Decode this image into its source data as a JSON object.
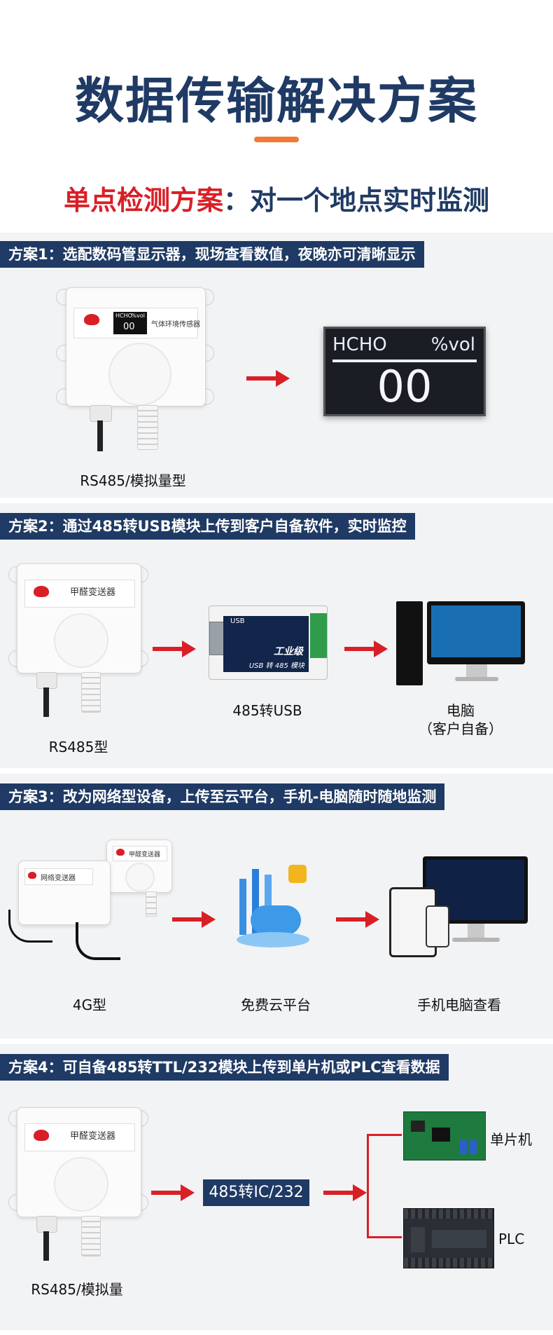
{
  "header": {
    "title": "数据传输解决方案",
    "subtitle_red": "单点检测方案",
    "subtitle_rest": "：对一个地点实时监测"
  },
  "section1": {
    "banner": "方案1：选配数码管显示器，现场查看数值，夜晚亦可清晰显示",
    "device_caption": "RS485/模拟量型",
    "sensor_label_name": "气体环境传感器",
    "sensor_display_code": "HCHO",
    "sensor_display_unit": "%vol",
    "sensor_display_value": "00",
    "panel_code": "HCHO",
    "panel_unit": "%vol",
    "panel_value": "00"
  },
  "section2": {
    "banner": "方案2：通过485转USB模块上传到客户自备软件，实时监控",
    "device_caption": "RS485型",
    "sensor_label_name": "甲醛变送器",
    "module_text": "工业级",
    "module_sub": "USB 转 485 模块",
    "module_usb": "USB",
    "module_caption": "485转USB",
    "pc_caption_1": "电脑",
    "pc_caption_2": "（客户自备）"
  },
  "section3": {
    "banner": "方案3：改为网络型设备，上传至云平台，手机-电脑随时随地监测",
    "device_caption": "4G型",
    "device_label_1": "网络变送器",
    "device_label_2": "甲醛变送器",
    "cloud_caption": "免费云平台",
    "view_caption": "手机电脑查看"
  },
  "section4": {
    "banner": "方案4：可自备485转TTL/232模块上传到单片机或PLC查看数据",
    "device_caption": "RS485/模拟量",
    "sensor_label_name": "甲醛变送器",
    "converter_label": "485转IC/232",
    "target_1": "单片机",
    "target_2": "PLC"
  },
  "colors": {
    "navy": "#1f3a64",
    "red": "#d91f26",
    "orange": "#f07a32"
  }
}
